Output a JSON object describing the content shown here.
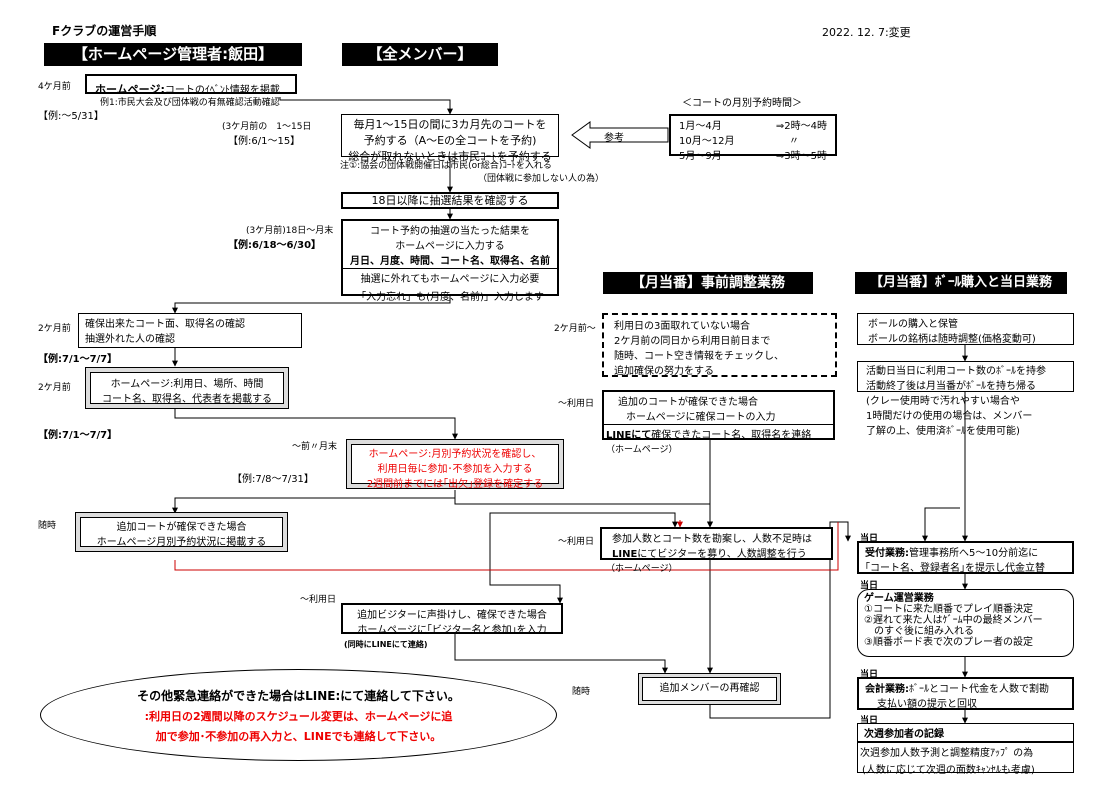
{
  "title": "Fクラブの運営手順",
  "date": "2022. 12. 7:変更",
  "headers": {
    "admin": "【ホームページ管理者:飯田】",
    "all": "【全メンバー】",
    "monthly_adjust": "【月当番】事前調整業務",
    "monthly_ball": "【月当番】ﾎﾞｰﾙ購入と当日業務"
  },
  "hp_event": {
    "timing": "4ケ月前",
    "label_bold": "ホームページ:",
    "label": "コートのｲﾍﾞﾝﾄ情報を掲載",
    "note": "例1:市民大会及び団体戦の有無確認活動確認",
    "example": "【例:～5/31】"
  },
  "reserve": {
    "timing": "(3ケ月前の　1～15日",
    "example": "【例:6/1～15】",
    "lines": [
      "毎月1～15日の間に3カ月先のコートを",
      "予約する（A～Eの全コートを予約)",
      "総合が取れないときは市民ｺｰﾄを予約する"
    ],
    "note1": "注①:協会の団体戦開催日は市民(or総合)ｺｰﾄを入れる",
    "note2": "（団体戦に参加しない人の為）"
  },
  "reference": {
    "label": "参考",
    "title": "＜コートの月別予約時間＞",
    "rows": [
      [
        "1月～4月",
        "⇒2時～4時"
      ],
      [
        "10月～12月",
        "〃"
      ],
      [
        "5月～9月",
        "⇒3時～5時"
      ]
    ]
  },
  "lottery": {
    "label": "18日以降に抽選結果を確認する"
  },
  "hp_input": {
    "timing": "(3ケ月前)18日～月末",
    "example": "【例:6/18～6/30】",
    "lines": [
      "コート予約の抽選の当たった結果を",
      "ホームページに入力する"
    ],
    "bold": "月日、月度、時間、コート名、取得名、名前",
    "lines2": [
      "抽選に外れてもホームページに入力必要",
      "「入力忘れ」も(月度、名前)」入力します"
    ]
  },
  "confirm": {
    "timing": "2ケ月前",
    "lines": [
      "確保出来たコート面、取得名の確認",
      "抽選外れた人の確認"
    ],
    "example": "【例:7/1～7/7】"
  },
  "hp_post": {
    "timing": "2ケ月前",
    "lines": [
      "ホームページ:利用日、場所、時間",
      "コート名、取得名、代表者を掲載する"
    ],
    "example": "【例:7/1～7/7】"
  },
  "attendance": {
    "timing": "～前〃月末",
    "lines": [
      "ホームページ:月別予約状況を確認し、",
      "利用日毎に参加･不参加を入力する",
      "2週間前までには｢出欠｣登録を確定する"
    ],
    "example": "【例:7/8～7/31】"
  },
  "extra_post": {
    "timing": "随時",
    "lines": [
      "追加コートが確保できた場合",
      "ホームページ月別予約状況に掲載する"
    ]
  },
  "adjust": {
    "timing": "2ケ月前～",
    "lines": [
      "利用日の3面取れていない場合",
      "2ケ月前の同日から利用日前日まで",
      "随時、コート空き情報をチェックし、",
      "追加確保の努力をする"
    ]
  },
  "extra_court": {
    "timing": "～利用日",
    "lines": [
      "追加のコートが確保できた場合",
      "ホームページに確保コートの入力"
    ],
    "line_bold": "LINEにて",
    "line_rest": "確保できたコート名、取得名を連絡",
    "hp": "（ホームページ）"
  },
  "visitor": {
    "timing": "～利用日",
    "lines": [
      "参加人数とコート数を勘案し、人数不足時は"
    ],
    "line_bold": "LINE",
    "line_rest": "にてビジターを募り、人数調整を行う",
    "hp": "（ホームページ）"
  },
  "visitor_confirm": {
    "timing": "～利用日",
    "lines": [
      "追加ビジターに声掛けし、確保できた場合",
      "ホームページに｢ビジター名と参加｣を入力"
    ],
    "note": "(同時にLINEにて連絡)"
  },
  "member_recheck": {
    "timing": "随時",
    "label": "追加メンバーの再確認"
  },
  "ball": {
    "lines": [
      "ボールの購入と保管",
      "ボールの銘柄は随時調整(価格変動可)"
    ]
  },
  "ball_bring": {
    "lines": [
      "活動日当日に利用コート数のﾎﾞｰﾙを持参",
      "活動終了後は月当番がﾎﾞｰﾙを持ち帰る"
    ],
    "note": [
      "(クレー使用時で汚れやすい場合や",
      "1時間だけの使用の場合は、メンバー",
      "了解の上、使用済ﾎﾞｰﾙを使用可能)"
    ]
  },
  "reception": {
    "day": "当日",
    "bold": "受付業務:",
    "rest": "管理事務所へ5～10分前迄に",
    "line2": "｢コート名、登録者名｣を提示し代金立替"
  },
  "game": {
    "day": "当日",
    "title": "ゲーム運営業務",
    "lines": [
      "①コートに来た順番でプレイ順番決定",
      "②遅れて来た人はｹﾞｰﾑ中の最終メンバー",
      "　のすぐ後に組み入れる",
      "③順番ボード表で次のプレー者の設定"
    ]
  },
  "account": {
    "day": "当日",
    "bold": "会計業務:",
    "rest": "ﾎﾞｰﾙとコート代金を人数で割勘",
    "line2": "支払い額の提示と回収"
  },
  "record": {
    "day": "当日",
    "title": "次週参加者の記録",
    "lines": [
      "次週参加人数予測と調整精度ｱｯﾌﾟ の為",
      "(人数に応じて次週の面数ｷｬﾝｾﾙも考慮)"
    ]
  },
  "emergency": {
    "line1": "その他緊急連絡ができた場合はLINE:にて連絡して下さい。",
    "line2": ":利用日の2週間以降のスケジュール変更は、ホームページに追",
    "line3": "加で参加･不参加の再入力と、LINEでも連絡して下さい。"
  }
}
